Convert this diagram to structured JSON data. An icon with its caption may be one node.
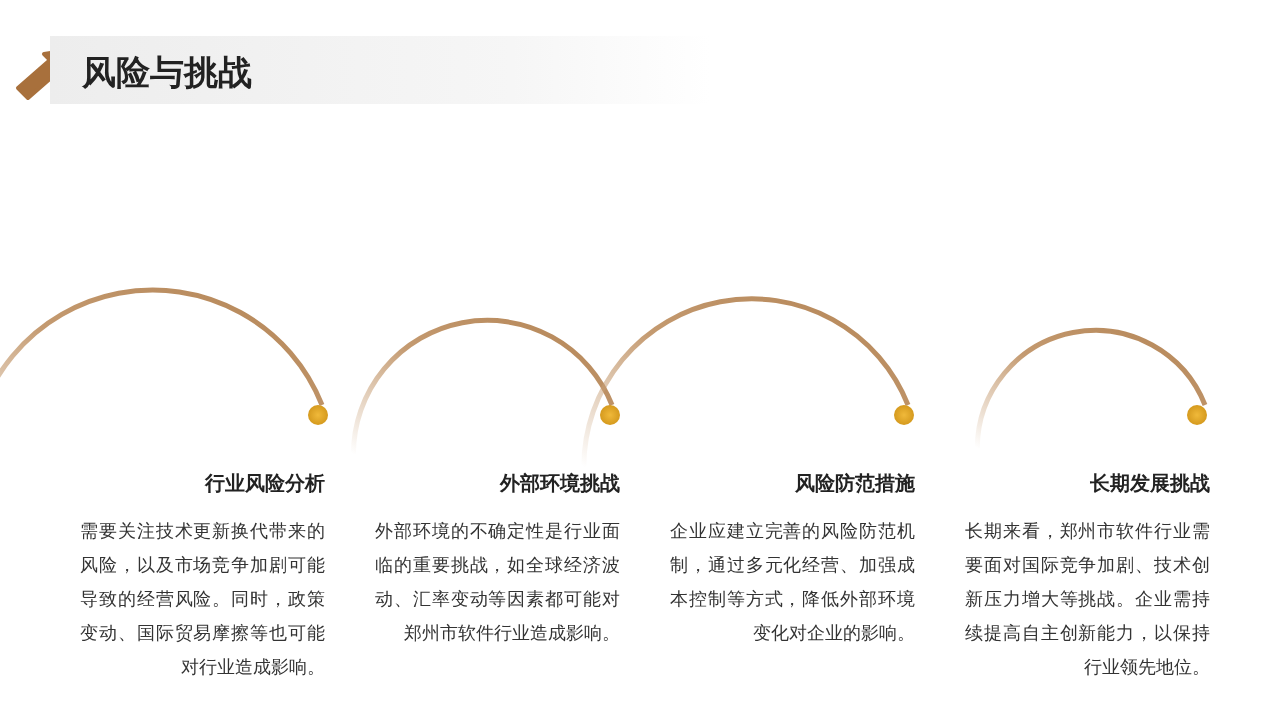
{
  "diagram": {
    "title": "风险与挑战",
    "nodes": [
      {
        "text": [
          "行业风险分析",
          "需要关注技术更新换代带来的风险，以及市场竞争加剧可能导致的经营风险。同时，政策变动、国际贸易摩擦等也可能对行业造成影响。"
        ]
      },
      {
        "text": [
          "外部环境挑战",
          "外部环境的不确定性是行业面临的重要挑战，如全球经济波动、汇率变动等因素都可能对郑州市软件行业造成影响。"
        ]
      },
      {
        "text": [
          "风险防范措施",
          "企业应建立完善的风险防范机制，通过多元化经营、加强成本控制等方式，降低外部环境变化对企业的影响。"
        ]
      },
      {
        "text": [
          "长期发展挑战",
          "长期来看，郑州市软件行业需要面对国际竞争加剧、技术创新压力增大等挑战。企业需持续提高自主创新能力，以保持行业领先地位。"
        ]
      }
    ],
    "edges": []
  }
}
